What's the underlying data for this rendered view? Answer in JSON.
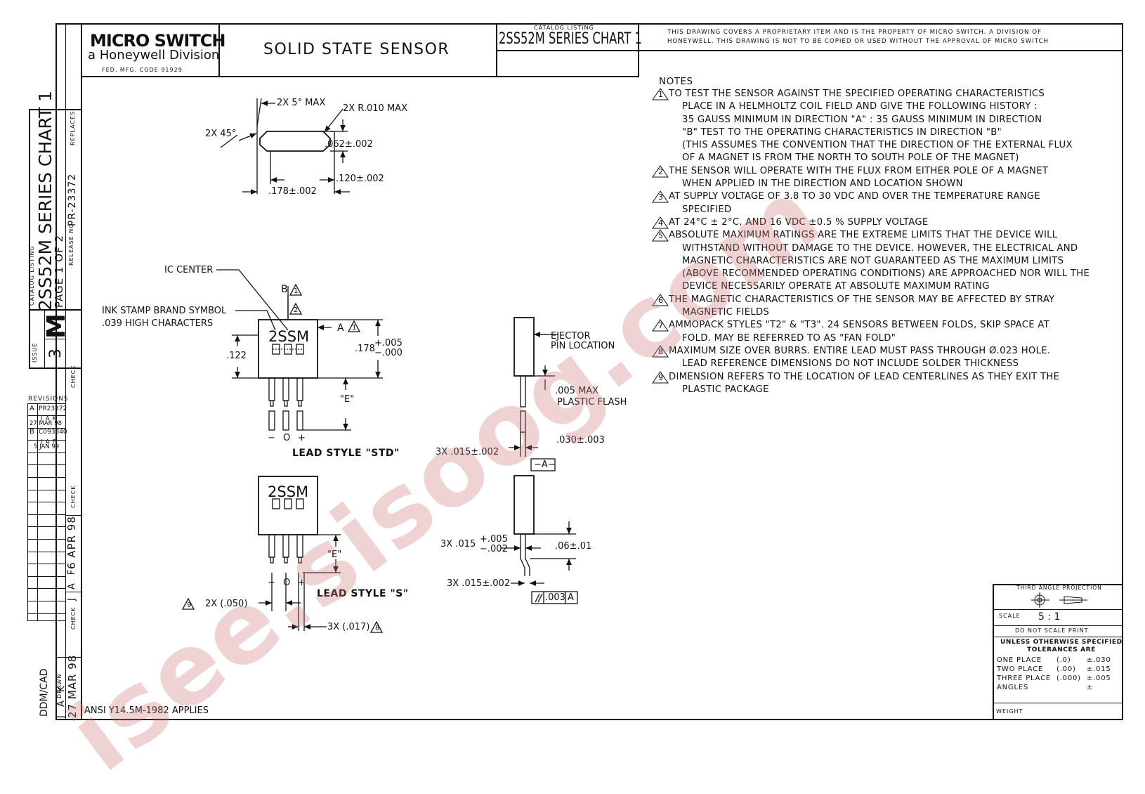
{
  "title_block": {
    "brand": "MICRO SWITCH",
    "division": "a Honeywell Division",
    "fed_code": "FED. MFG. CODE 91929",
    "title": "SOLID STATE SENSOR",
    "catalog_label": "CATALOG LISTING",
    "catalog": "2SS52M SERIES CHART 1",
    "proprietary_1": "THIS DRAWING COVERS A PROPRIETARY ITEM AND IS THE PROPERTY OF MICRO SWITCH. A DIVISION OF",
    "proprietary_2": "HONEYWELL. THIS DRAWING IS NOT TO BE COPIED OR USED WITHOUT THE APPROVAL OF MICRO SWITCH"
  },
  "side_strip": {
    "catalog_label": "CATALOG LISTING",
    "catalog": "2SS52M SERIES CHART 1",
    "page": "PAGE 1 OF 2",
    "release_label": "RELEASE NO.",
    "release": "PR-23372",
    "replaces": "REPLACES",
    "issue_label": "ISSUE",
    "issue_letter": "M",
    "issue_number": "3",
    "check": "CHECK",
    "revisions": "REVISIONS",
    "rev_rows": [
      {
        "letter": "A",
        "number": "PR23372",
        "by": "J A K",
        "date": "27 MAR 98"
      },
      {
        "letter": "B",
        "number": "C093840",
        "by": "J A F",
        "date": "5 JAN 99"
      }
    ],
    "check_by": "J A F",
    "check_date": "6 APR 98",
    "drawn_label": "DRAWN",
    "drawn_by": "J A K",
    "drawn_date": "27 MAR 98",
    "ddm": "DDM/CAD"
  },
  "drawing": {
    "top_view": {
      "draft": "2X 5° MAX",
      "radius": "2X R.010 MAX",
      "chamfer": "2X 45°",
      "thickness": ".062±.002",
      "width_inner": ".120±.002",
      "width": ".178±.002"
    },
    "front_view": {
      "ic_center": "IC CENTER",
      "ink_stamp": "INK STAMP BRAND SYMBOL",
      "char_height": ".039 HIGH CHARACTERS",
      "brand": "2SSM",
      "dir_b": "B",
      "dir_a": "A",
      "note1": "1",
      "note2": "2",
      "height_a": ".178",
      "tol_plus": "+.005",
      "tol_minus": "−.000",
      "dim_122": ".122",
      "dim_e": "\"E\"",
      "pin_minus": "−",
      "pin_zero": "O",
      "pin_plus": "+",
      "lead_std": "LEAD STYLE \"STD\""
    },
    "lower_view": {
      "brand": "2SSM",
      "dim_e": "\"E\"",
      "pin_minus": "−",
      "pin_zero": "O",
      "pin_plus": "+",
      "lead_s": "LEAD STYLE \"S\"",
      "pitch": "2X (.050)",
      "lead_width": "3X (.017)",
      "note9": "9",
      "note8": "8"
    },
    "side_view": {
      "ejector": "EJECTOR",
      "pin_location": "PIN LOCATION",
      "flash": ".005 MAX",
      "flash2": "PLASTIC FLASH",
      "lead_thk": "3X .015±.002",
      "lead_gap": ".030±.003",
      "datum": "−A−",
      "lead_thk2": "3X .015",
      "tol_plus": "+.005",
      "tol_minus": "−.002",
      "offset": ".06±.01",
      "lead_thk3": "3X .015±.002",
      "parallel": ".003",
      "parallel_ref": "A"
    },
    "ansi": "ANSI Y14.5M-1982 APPLIES"
  },
  "notes": {
    "heading": "NOTES",
    "lines": [
      {
        "num": "1",
        "text": "TO TEST THE SENSOR AGAINST THE SPECIFIED OPERATING CHARACTERISTICS"
      },
      {
        "num": "",
        "text": "PLACE IN A HELMHOLTZ COIL FIELD AND GIVE THE FOLLOWING HISTORY :",
        "indent": true
      },
      {
        "num": "",
        "text": "35 GAUSS MINIMUM IN DIRECTION \"A\" : 35 GAUSS MINIMUM IN DIRECTION",
        "indent": true
      },
      {
        "num": "",
        "text": "\"B\" TEST TO THE OPERATING CHARACTERISTICS IN DIRECTION \"B\"",
        "indent": true
      },
      {
        "num": "",
        "text": "(THIS ASSUMES THE CONVENTION THAT THE DIRECTION OF THE EXTERNAL FLUX",
        "indent": true
      },
      {
        "num": "",
        "text": "OF A MAGNET IS FROM THE NORTH TO SOUTH POLE OF THE MAGNET)",
        "indent": true
      },
      {
        "num": "2",
        "text": "THE SENSOR WILL OPERATE WITH THE FLUX FROM EITHER POLE OF A MAGNET"
      },
      {
        "num": "",
        "text": "WHEN APPLIED IN THE DIRECTION AND LOCATION SHOWN",
        "indent": true
      },
      {
        "num": "3",
        "text": "AT SUPPLY VOLTAGE OF 3.8 TO 30 VDC AND OVER THE TEMPERATURE RANGE"
      },
      {
        "num": "",
        "text": "SPECIFIED",
        "indent": true
      },
      {
        "num": "4",
        "text": "AT 24°C ± 2°C, AND 16 VDC ±0.5 % SUPPLY VOLTAGE"
      },
      {
        "num": "5",
        "text": "ABSOLUTE MAXIMUM RATINGS ARE THE EXTREME LIMITS THAT THE DEVICE WILL"
      },
      {
        "num": "",
        "text": "WITHSTAND WITHOUT DAMAGE TO THE DEVICE.  HOWEVER, THE ELECTRICAL AND",
        "indent": true
      },
      {
        "num": "",
        "text": "MAGNETIC CHARACTERISTICS ARE NOT GUARANTEED AS THE MAXIMUM LIMITS",
        "indent": true
      },
      {
        "num": "",
        "text": "(ABOVE RECOMMENDED OPERATING CONDITIONS) ARE APPROACHED NOR WILL THE",
        "indent": true
      },
      {
        "num": "",
        "text": "DEVICE NECESSARILY OPERATE AT ABSOLUTE MAXIMUM RATING",
        "indent": true
      },
      {
        "num": "6",
        "text": "THE MAGNETIC CHARACTERISTICS OF THE SENSOR MAY BE AFFECTED BY STRAY"
      },
      {
        "num": "",
        "text": "MAGNETIC FIELDS",
        "indent": true
      },
      {
        "num": "7",
        "text": "AMMOPACK STYLES \"T2\" & \"T3\".  24 SENSORS BETWEEN FOLDS, SKIP SPACE AT"
      },
      {
        "num": "",
        "text": "FOLD.  MAY BE REFERRED TO AS \"FAN FOLD\"",
        "indent": true
      },
      {
        "num": "8",
        "text": "MAXIMUM SIZE OVER BURRS.  ENTIRE LEAD MUST PASS THROUGH Ø.023 HOLE."
      },
      {
        "num": "",
        "text": "LEAD REFERENCE DIMENSIONS DO NOT INCLUDE SOLDER THICKNESS",
        "indent": true
      },
      {
        "num": "9",
        "text": "DIMENSION REFERS TO THE LOCATION OF LEAD CENTERLINES AS THEY EXIT THE"
      },
      {
        "num": "",
        "text": "PLASTIC PACKAGE",
        "indent": true
      }
    ]
  },
  "tolerance_block": {
    "projection": "THIRD ANGLE PROJECTION",
    "scale_label": "SCALE",
    "scale": "5 : 1",
    "do_not_scale": "DO NOT SCALE PRINT",
    "heading1": "UNLESS OTHERWISE SPECIFIED",
    "heading2": "TOLERANCES ARE",
    "rows": [
      {
        "label": "ONE PLACE",
        "fmt": "(.0)",
        "tol": "±.030"
      },
      {
        "label": "TWO PLACE",
        "fmt": "(.00)",
        "tol": "±.015"
      },
      {
        "label": "THREE PLACE",
        "fmt": "(.000)",
        "tol": "±.005"
      },
      {
        "label": "ANGLES",
        "fmt": "",
        "tol": "±"
      }
    ],
    "weight": "WEIGHT"
  },
  "watermark": "isee.sisoog.com"
}
